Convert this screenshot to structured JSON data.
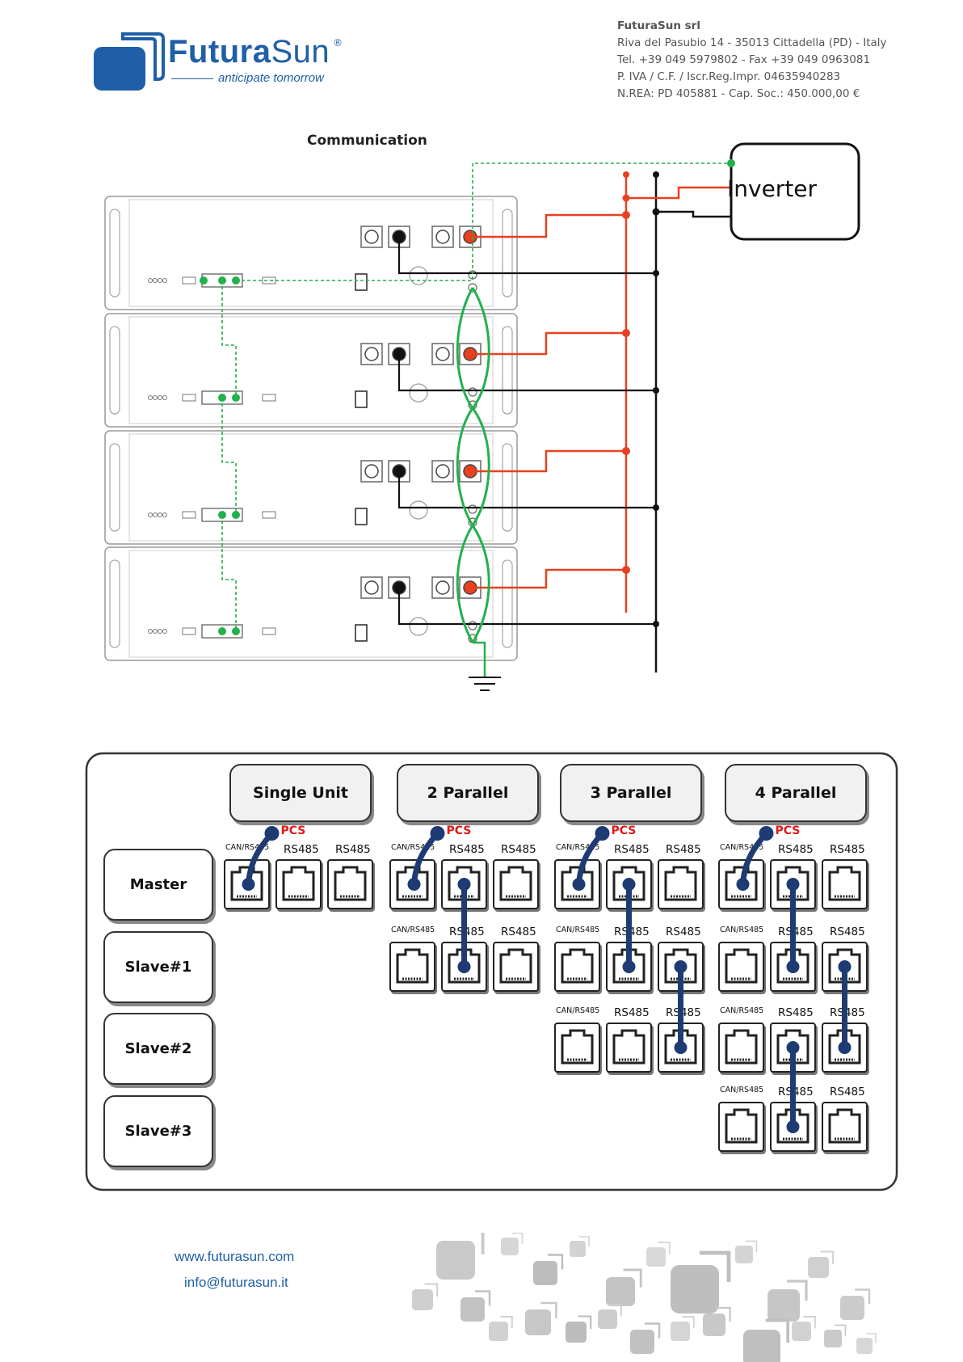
{
  "brand": {
    "name_bold": "Futura",
    "name_light": "Sun",
    "registered": "®",
    "tagline": "anticipate tomorrow"
  },
  "company": {
    "name": "FuturaSun srl",
    "address": "Riva del Pasubio 14 - 35013 Cittadella (PD) - Italy",
    "phone": "Tel. +39 049 5979802 - Fax +39 049 0963081",
    "vat": "P. IVA / C.F. / Iscr.Reg.Impr. 04635940283",
    "rea": "N.REA: PD 405881 - Cap. Soc.: 450.000,00 €"
  },
  "communication": {
    "title": "Communication",
    "inverter_label": "Inverter",
    "battery_count": 4
  },
  "parallel": {
    "columns": [
      "Single Unit",
      "2 Parallel",
      "3 Parallel",
      "4 Parallel"
    ],
    "roles": [
      "Master",
      "Slave#1",
      "Slave#2",
      "Slave#3"
    ],
    "port_labels": [
      "CAN/RS485",
      "RS485",
      "RS485"
    ],
    "pcs_label": "PCS"
  },
  "footer": {
    "website": "www.futurasun.com",
    "email": "info@futurasun.it"
  },
  "colors": {
    "brand_blue": "#1f5fa8",
    "power_red": "#e8411f",
    "comm_green": "#22b14c",
    "link_navy": "#1f3b73",
    "pcs_red": "#e0191a"
  }
}
